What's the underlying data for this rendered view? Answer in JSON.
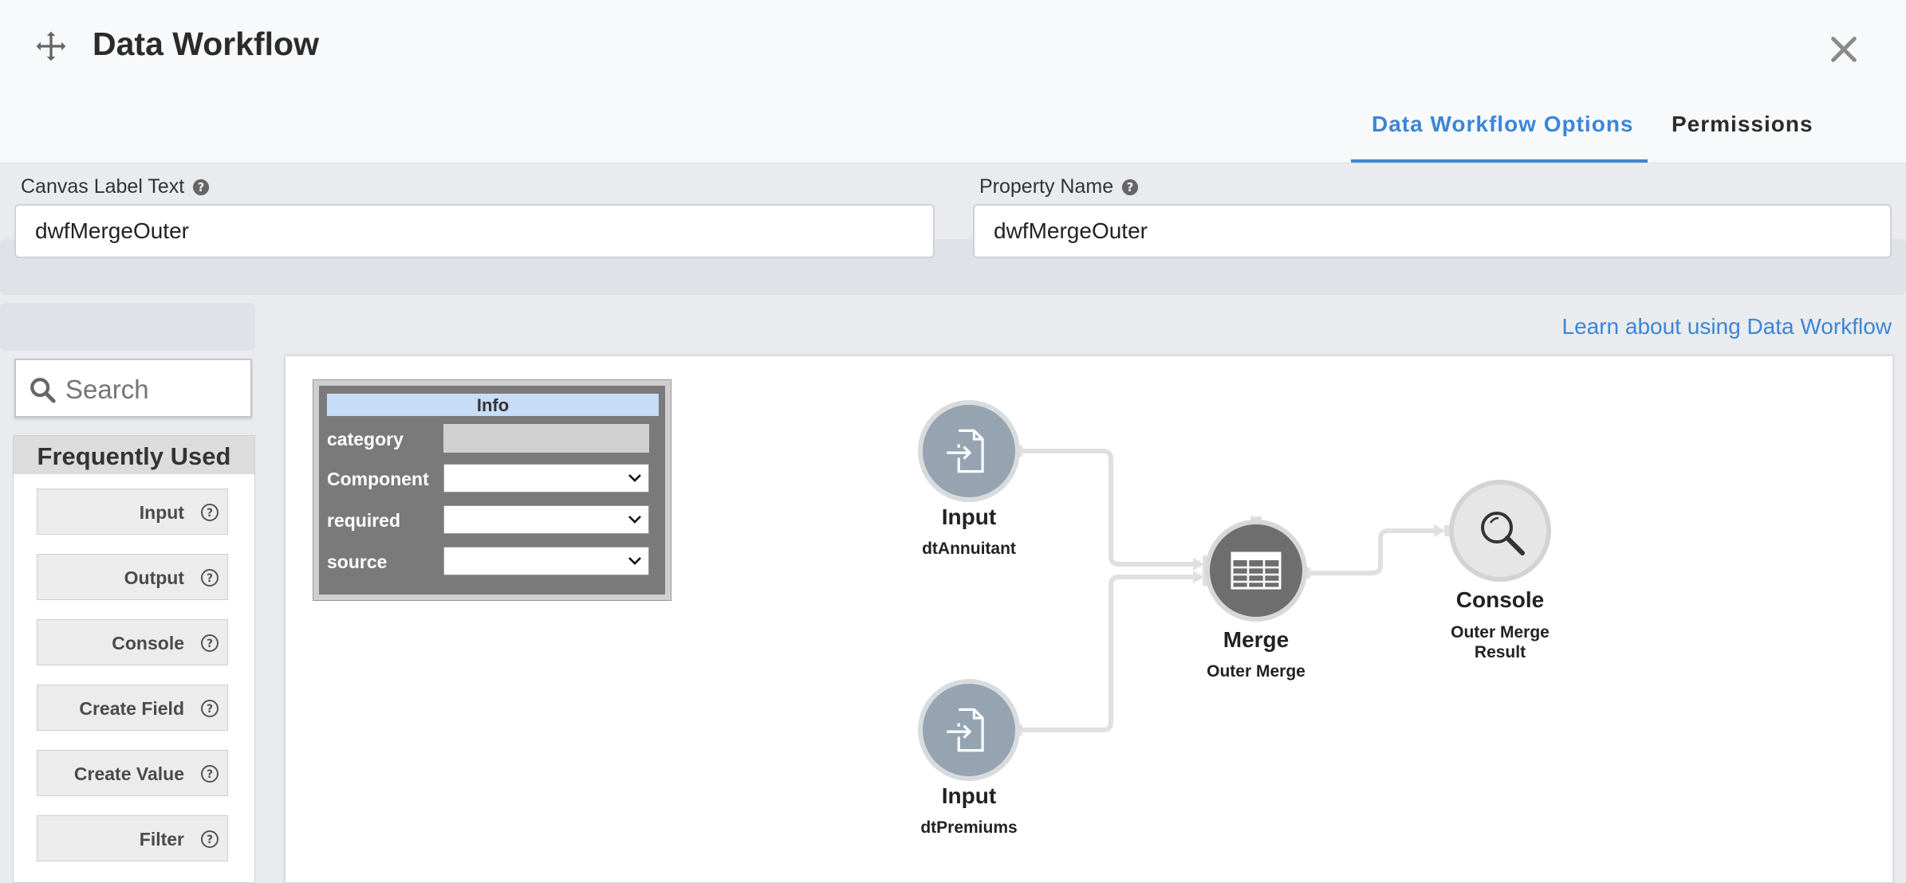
{
  "dialog": {
    "title": "Data Workflow",
    "tabs": [
      {
        "label": "Data Workflow Options",
        "active": true
      },
      {
        "label": "Permissions",
        "active": false
      }
    ]
  },
  "fields": {
    "canvas_label": {
      "label": "Canvas Label Text",
      "value": "dwfMergeOuter"
    },
    "property_name": {
      "label": "Property Name",
      "value": "dwfMergeOuter"
    }
  },
  "learn_link": "Learn about using Data Workflow",
  "palette": {
    "search_placeholder": "Search",
    "section": "Frequently Used",
    "items": [
      "Input",
      "Output",
      "Console",
      "Create Field",
      "Create Value",
      "Filter"
    ]
  },
  "info_panel": {
    "title": "Info",
    "rows": [
      {
        "key": "category"
      },
      {
        "key": "Component"
      },
      {
        "key": "required"
      },
      {
        "key": "source"
      }
    ]
  },
  "nodes": [
    {
      "title": "Input",
      "subtitle": "dtAnnuitant",
      "icon": "input-file-icon"
    },
    {
      "title": "Input",
      "subtitle": "dtPremiums",
      "icon": "input-file-icon"
    },
    {
      "title": "Merge",
      "subtitle": "Outer Merge",
      "icon": "table-icon"
    },
    {
      "title": "Console",
      "subtitle": "Outer Merge Result",
      "icon": "magnifier-icon"
    }
  ],
  "colors": {
    "accent": "#3b86d8",
    "input_node": "#95a4b0",
    "merge_node": "#6e6e6e",
    "console_node": "#e6e6e6"
  }
}
